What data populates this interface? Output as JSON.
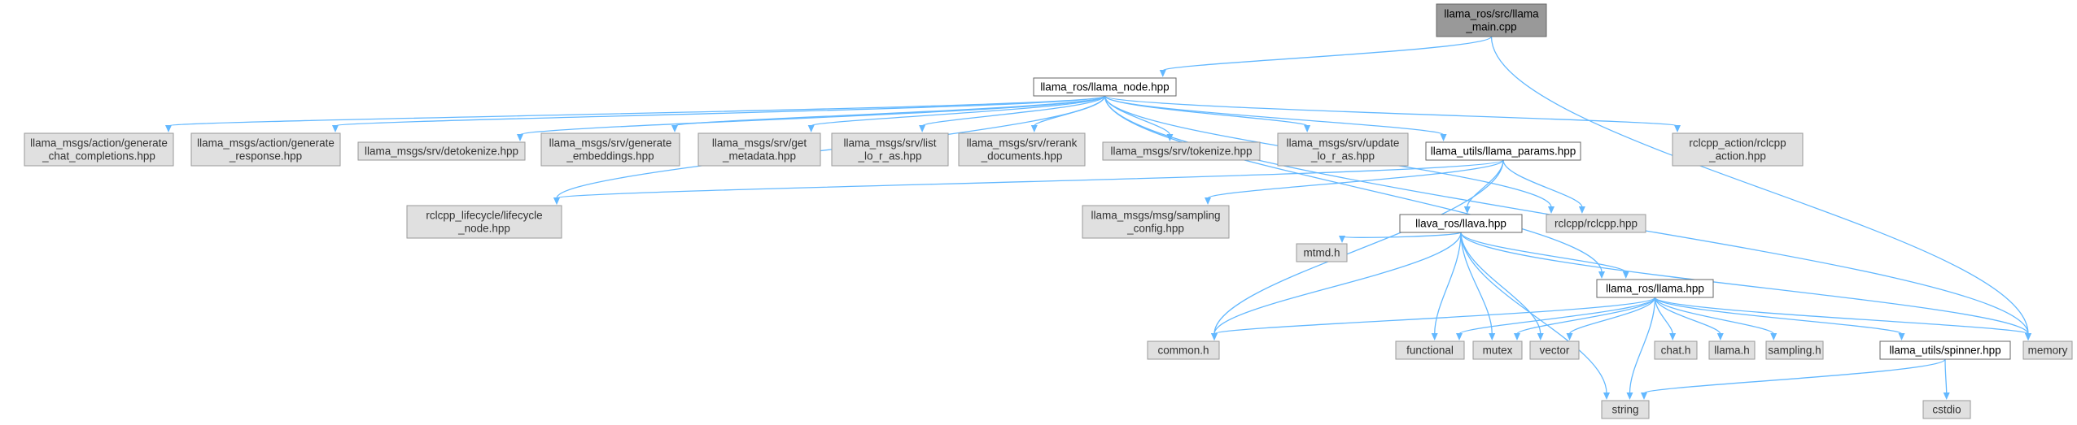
{
  "nodes": [
    {
      "id": "main",
      "kind": "root",
      "lines": [
        "llama_ros/src/llama",
        "_main.cpp"
      ]
    },
    {
      "id": "node",
      "kind": "local",
      "lines": [
        "llama_ros/llama_node.hpp"
      ]
    },
    {
      "id": "gcc",
      "kind": "ext",
      "lines": [
        "llama_msgs/action/generate",
        "_chat_completions.hpp"
      ]
    },
    {
      "id": "gr",
      "kind": "ext",
      "lines": [
        "llama_msgs/action/generate",
        "_response.hpp"
      ]
    },
    {
      "id": "detok",
      "kind": "ext",
      "lines": [
        "llama_msgs/srv/detokenize.hpp"
      ]
    },
    {
      "id": "emb",
      "kind": "ext",
      "lines": [
        "llama_msgs/srv/generate",
        "_embeddings.hpp"
      ]
    },
    {
      "id": "meta",
      "kind": "ext",
      "lines": [
        "llama_msgs/srv/get",
        "_metadata.hpp"
      ]
    },
    {
      "id": "list",
      "kind": "ext",
      "lines": [
        "llama_msgs/srv/list",
        "_lo_r_as.hpp"
      ]
    },
    {
      "id": "rerank",
      "kind": "ext",
      "lines": [
        "llama_msgs/srv/rerank",
        "_documents.hpp"
      ]
    },
    {
      "id": "tok",
      "kind": "ext",
      "lines": [
        "llama_msgs/srv/tokenize.hpp"
      ]
    },
    {
      "id": "upd",
      "kind": "ext",
      "lines": [
        "llama_msgs/srv/update",
        "_lo_r_as.hpp"
      ]
    },
    {
      "id": "params",
      "kind": "local",
      "lines": [
        "llama_utils/llama_params.hpp"
      ]
    },
    {
      "id": "action",
      "kind": "ext",
      "lines": [
        "rclcpp_action/rclcpp",
        "_action.hpp"
      ]
    },
    {
      "id": "lifecycle",
      "kind": "ext",
      "lines": [
        "rclcpp_lifecycle/lifecycle",
        "_node.hpp"
      ]
    },
    {
      "id": "sampcfg",
      "kind": "ext",
      "lines": [
        "llama_msgs/msg/sampling",
        "_config.hpp"
      ]
    },
    {
      "id": "llava",
      "kind": "local",
      "lines": [
        "llava_ros/llava.hpp"
      ]
    },
    {
      "id": "rclcpp",
      "kind": "ext",
      "lines": [
        "rclcpp/rclcpp.hpp"
      ]
    },
    {
      "id": "mtmd",
      "kind": "ext",
      "lines": [
        "mtmd.h"
      ]
    },
    {
      "id": "llama",
      "kind": "local",
      "lines": [
        "llama_ros/llama.hpp"
      ]
    },
    {
      "id": "common",
      "kind": "ext",
      "lines": [
        "common.h"
      ]
    },
    {
      "id": "functional",
      "kind": "ext",
      "lines": [
        "functional"
      ]
    },
    {
      "id": "mutex",
      "kind": "ext",
      "lines": [
        "mutex"
      ]
    },
    {
      "id": "vector",
      "kind": "ext",
      "lines": [
        "vector"
      ]
    },
    {
      "id": "chat",
      "kind": "ext",
      "lines": [
        "chat.h"
      ]
    },
    {
      "id": "llamah",
      "kind": "ext",
      "lines": [
        "llama.h"
      ]
    },
    {
      "id": "sampling",
      "kind": "ext",
      "lines": [
        "sampling.h"
      ]
    },
    {
      "id": "spinner",
      "kind": "local",
      "lines": [
        "llama_utils/spinner.hpp"
      ]
    },
    {
      "id": "memory",
      "kind": "ext",
      "lines": [
        "memory"
      ]
    },
    {
      "id": "string",
      "kind": "ext",
      "lines": [
        "string"
      ]
    },
    {
      "id": "cstdio",
      "kind": "ext",
      "lines": [
        "cstdio"
      ]
    }
  ],
  "edges": [
    [
      "main",
      "node"
    ],
    [
      "main",
      "memory"
    ],
    [
      "node",
      "gcc"
    ],
    [
      "node",
      "gr"
    ],
    [
      "node",
      "detok"
    ],
    [
      "node",
      "emb"
    ],
    [
      "node",
      "meta"
    ],
    [
      "node",
      "list"
    ],
    [
      "node",
      "rerank"
    ],
    [
      "node",
      "tok"
    ],
    [
      "node",
      "upd"
    ],
    [
      "node",
      "params"
    ],
    [
      "node",
      "action"
    ],
    [
      "node",
      "lifecycle"
    ],
    [
      "node",
      "rclcpp"
    ],
    [
      "node",
      "llama"
    ],
    [
      "node",
      "memory"
    ],
    [
      "params",
      "lifecycle"
    ],
    [
      "params",
      "sampcfg"
    ],
    [
      "params",
      "llava"
    ],
    [
      "params",
      "rclcpp"
    ],
    [
      "params",
      "common"
    ],
    [
      "llava",
      "mtmd"
    ],
    [
      "llava",
      "common"
    ],
    [
      "llava",
      "functional"
    ],
    [
      "llava",
      "mutex"
    ],
    [
      "llava",
      "vector"
    ],
    [
      "llava",
      "string"
    ],
    [
      "llava",
      "llama"
    ],
    [
      "llava",
      "memory"
    ],
    [
      "llama",
      "common"
    ],
    [
      "llama",
      "functional"
    ],
    [
      "llama",
      "mutex"
    ],
    [
      "llama",
      "vector"
    ],
    [
      "llama",
      "chat"
    ],
    [
      "llama",
      "llamah"
    ],
    [
      "llama",
      "sampling"
    ],
    [
      "llama",
      "spinner"
    ],
    [
      "llama",
      "memory"
    ],
    [
      "llama",
      "string"
    ],
    [
      "spinner",
      "string"
    ],
    [
      "spinner",
      "cstdio"
    ]
  ]
}
